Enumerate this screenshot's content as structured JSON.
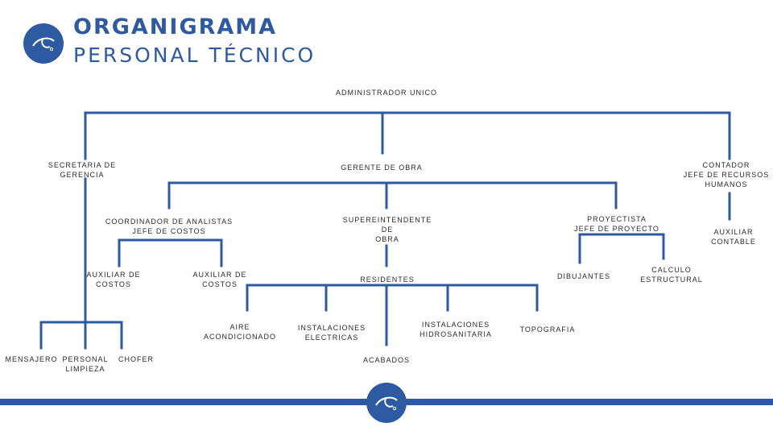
{
  "header": {
    "title": "ORGANIGRAMA",
    "subtitle": "PERSONAL TÉCNICO",
    "logo_icon": "eye-circle-logo"
  },
  "colors": {
    "accent": "#2d5aa0",
    "text": "#2a2a2a",
    "background": "#ffffff"
  },
  "nodes": {
    "administrador": "ADMINISTRADOR UNICO",
    "secretaria": "SECRETARIA DE\nGERENCIA",
    "gerente": "GERENTE DE OBRA",
    "contador": "CONTADOR\nJEFE DE RECURSOS\nHUMANOS",
    "coordinador": "COORDINADOR DE ANALISTAS\nJEFE DE COSTOS",
    "superintendente": "SUPEREINTENDENTE\nDE\nOBRA",
    "proyectista": "PROYECTISTA\nJEFE DE PROYECTO",
    "auxiliar_contable": "AUXILIAR\nCONTABLE",
    "auxiliar_costos_1": "AUXILIAR DE\nCOSTOS",
    "auxiliar_costos_2": "AUXILIAR DE\nCOSTOS",
    "residentes": "RESIDENTES",
    "dibujantes": "DIBUJANTES",
    "calculo": "CALCULO\nESTRUCTURAL",
    "aire": "AIRE\nACONDICIONADO",
    "instalaciones_electricas": "INSTALACIONES\nELECTRICAS",
    "acabados": "ACABADOS",
    "hidrosanitaria": "INSTALACIONES\nHIDROSANITARIA",
    "topografia": "TOPOGRAFIA",
    "mensajero": "MENSAJERO",
    "personal_limpieza": "PERSONAL\nLIMPIEZA",
    "chofer": "CHOFER"
  }
}
